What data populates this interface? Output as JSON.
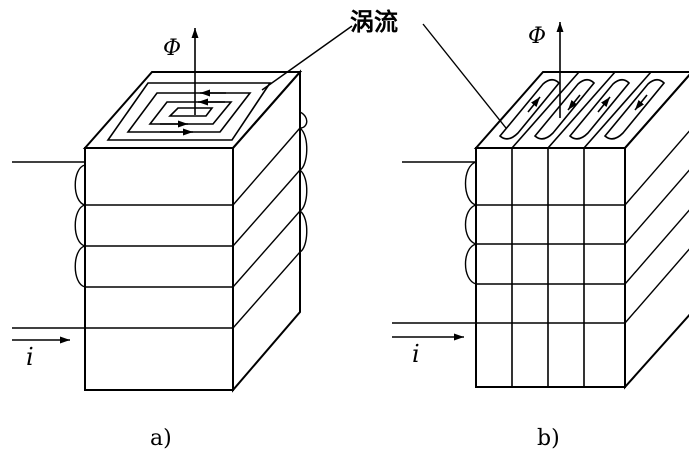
{
  "eddy_label": "涡流",
  "panels": [
    {
      "id": "a",
      "caption": "a)",
      "flux_symbol": "Φ",
      "current_symbol": "i"
    },
    {
      "id": "b",
      "caption": "b)",
      "flux_symbol": "Φ",
      "current_symbol": "i"
    }
  ],
  "colors": {
    "ink": "#000000",
    "paper": "#ffffff"
  }
}
